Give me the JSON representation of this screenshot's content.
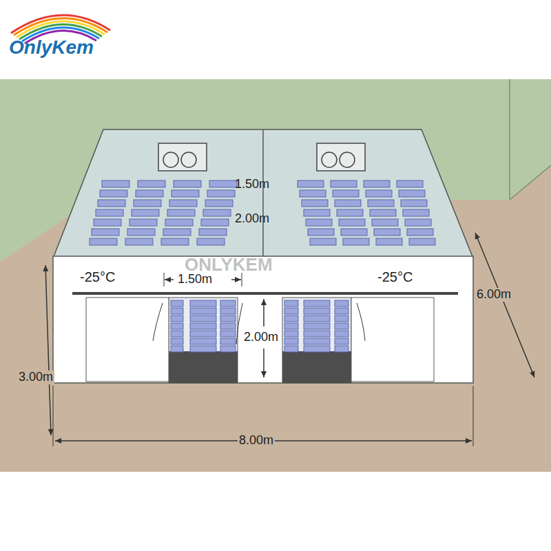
{
  "diagram": {
    "labels": [
      "OnlyKem",
      "1.50m",
      "2.00m",
      "-25°C",
      "-25°C",
      "1.50m",
      "2.00m",
      "ONLYKEM",
      "6.00m",
      "3.00m",
      "8.00m"
    ]
  }
}
